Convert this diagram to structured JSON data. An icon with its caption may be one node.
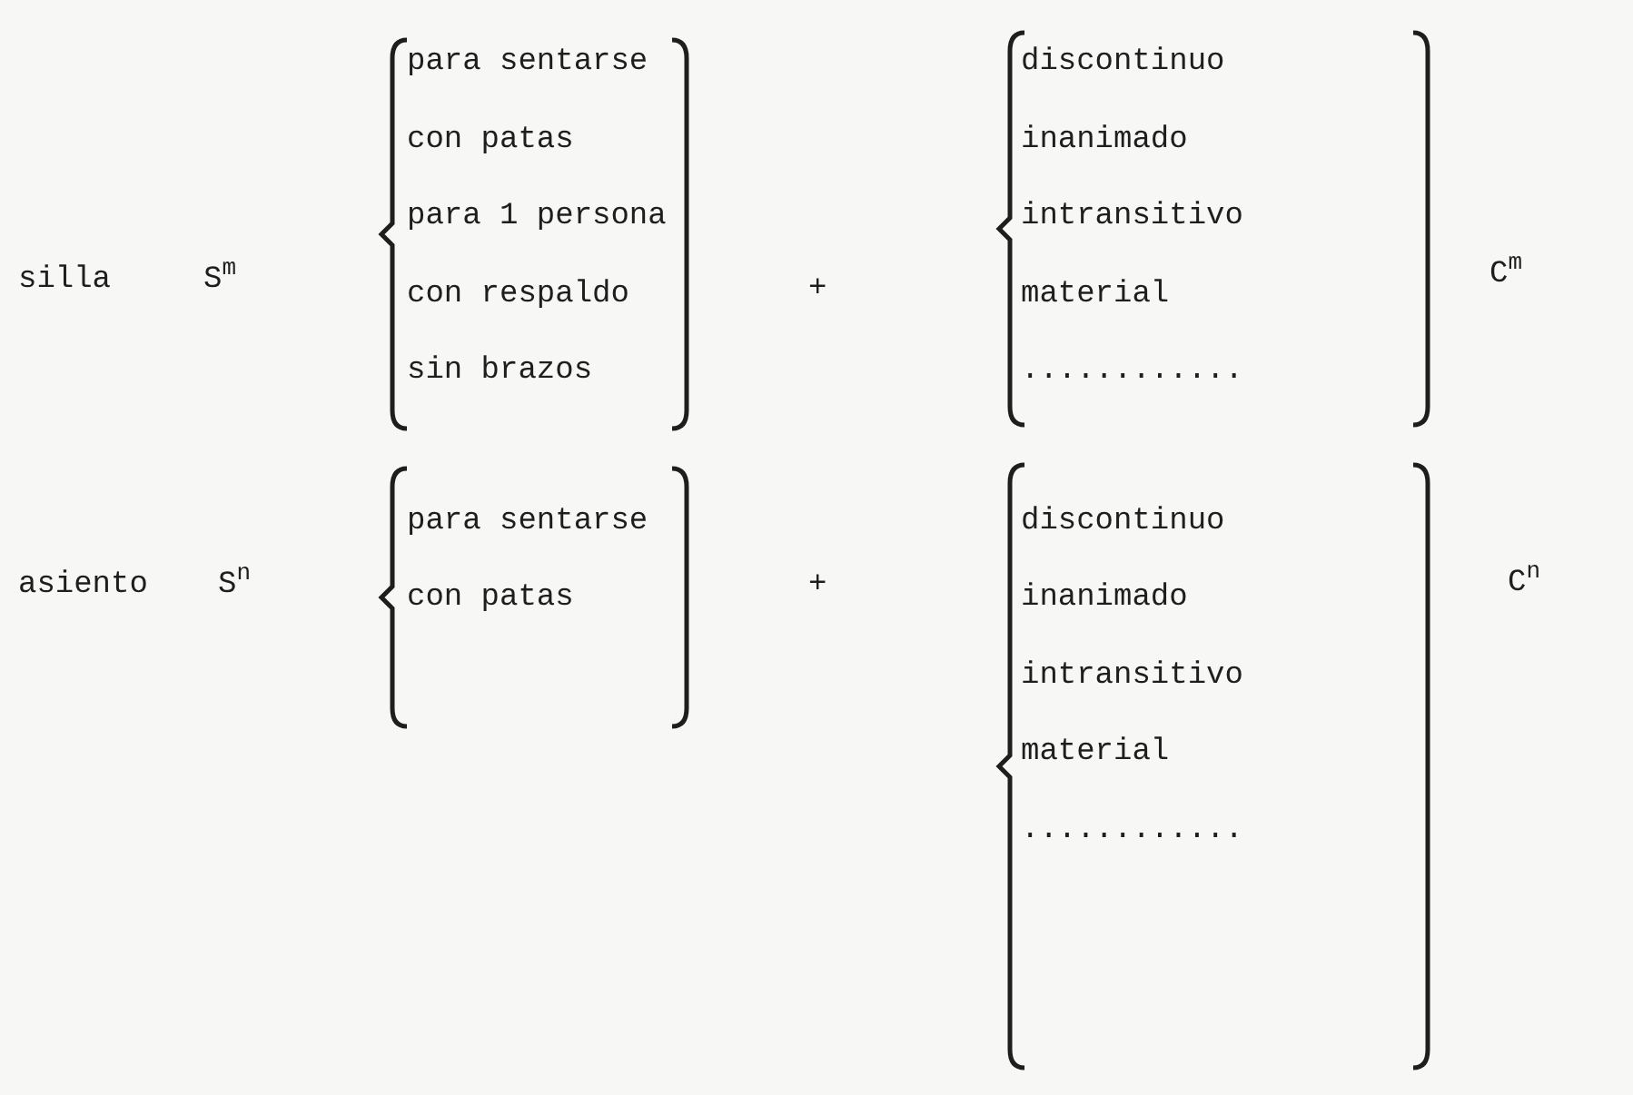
{
  "diagram": {
    "labels": [
      "silla",
      "S$^{m}$",
      "para sentarse",
      "con patas",
      "para 1 persona",
      "con respaldo",
      "sin brazos",
      "+",
      "discontinuo",
      "inanimado",
      "intransitivo",
      "material",
      "............",
      "C$^{m}$",
      "asiento",
      "S$^{n}$",
      "para sentarse",
      "con patas",
      "+",
      "discontinuo",
      "inanimado",
      "intransitivo",
      "material",
      "............",
      "C$^{n}$"
    ]
  }
}
